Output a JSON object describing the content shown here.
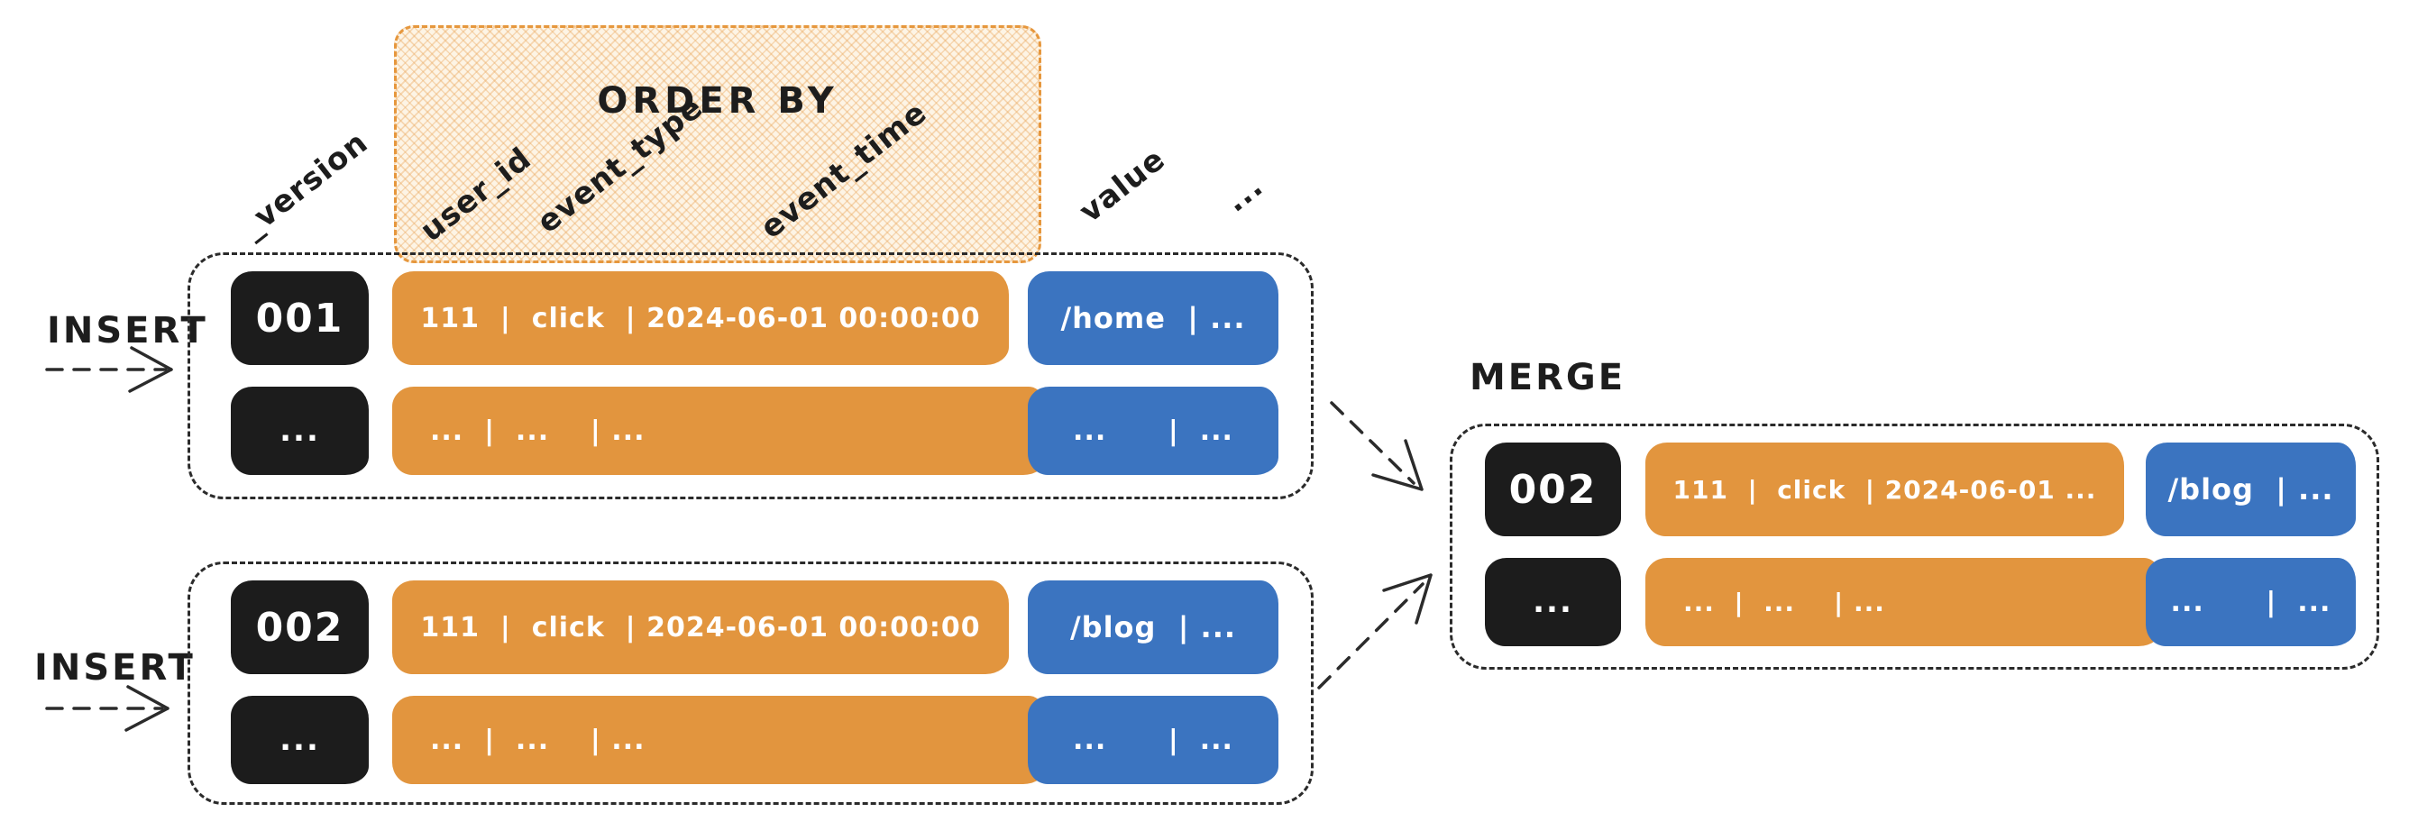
{
  "order_by": {
    "label": "ORDER BY"
  },
  "columns": [
    "_version",
    "user_id",
    "event_type",
    "event_time",
    "value",
    "..."
  ],
  "annotations": {
    "insert_top": "INSERT",
    "insert_bottom": "INSERT",
    "merge": "MERGE"
  },
  "blocks": {
    "insert_top": {
      "rows": [
        {
          "version": "001",
          "ordered": "111  |  click  | 2024-06-01 00:00:00",
          "value": "/home  | ..."
        },
        {
          "version": "...",
          "ordered": "...  |  ...    | ...",
          "value": "...      |  ..."
        }
      ]
    },
    "insert_bottom": {
      "rows": [
        {
          "version": "002",
          "ordered": "111  |  click  | 2024-06-01 00:00:00",
          "value": "/blog  | ..."
        },
        {
          "version": "...",
          "ordered": "...  |  ...    | ...",
          "value": "...      |  ..."
        }
      ]
    },
    "merge": {
      "rows": [
        {
          "version": "002",
          "ordered": "111  |  click  | 2024-06-01 ...",
          "value": "/blog  | ..."
        },
        {
          "version": "...",
          "ordered": "...  |  ...    | ...",
          "value": "...      |  ..."
        }
      ]
    }
  },
  "colors": {
    "orange_pill": "#e2953e",
    "blue_pill": "#3b74c0",
    "black_pill": "#1c1c1c",
    "order_by_border": "#e6973d",
    "order_by_fill": "#fdf4e5",
    "ink": "#2b2b2b"
  }
}
